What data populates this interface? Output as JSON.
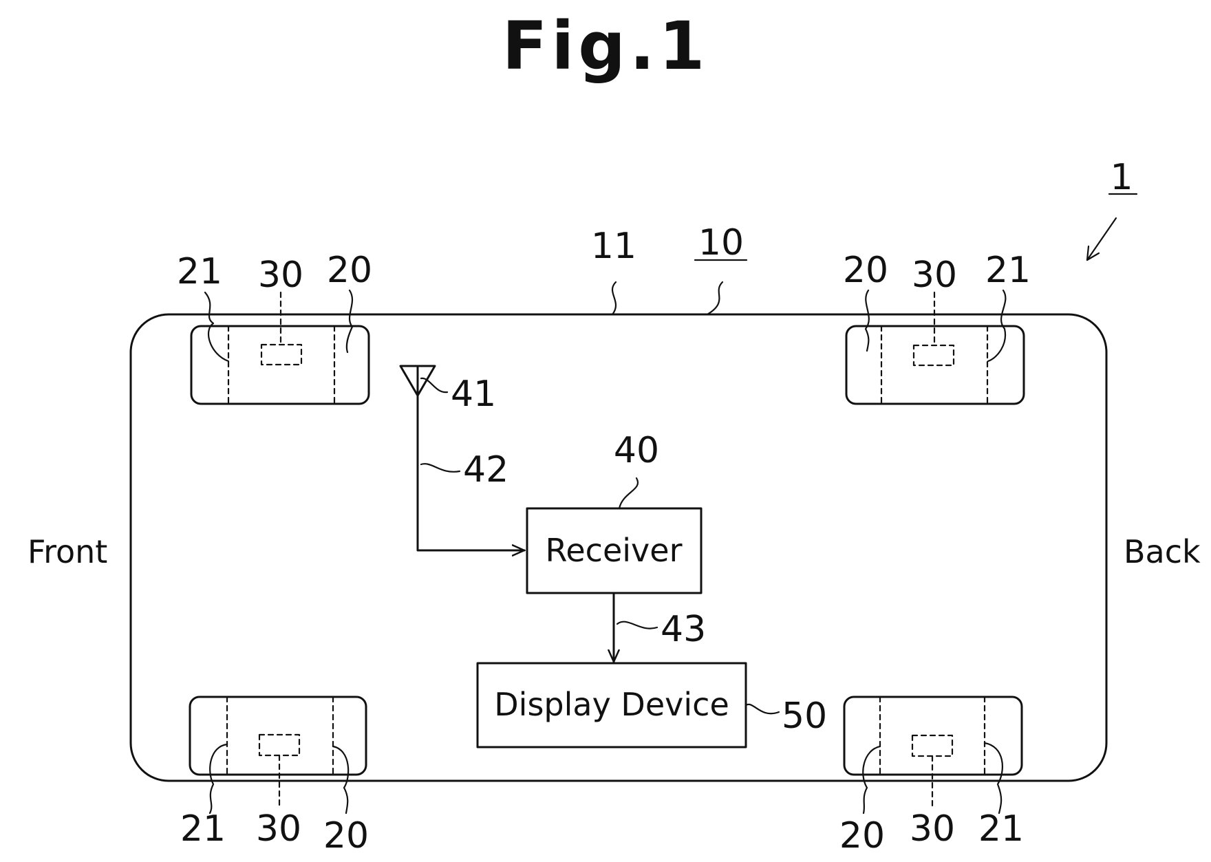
{
  "title": "Fig.1",
  "labels": {
    "system": "1",
    "vehicle": "10",
    "body": "11",
    "front": "Front",
    "back": "Back",
    "receiver": "Receiver",
    "display_device": "Display Device",
    "receiver_ref": "40",
    "antenna_ref": "41",
    "antenna_line_ref": "42",
    "signal_line_ref": "43",
    "display_ref": "50"
  },
  "wheels": {
    "front_left": {
      "brake": "21",
      "sensor": "30",
      "wheel": "20"
    },
    "back_left": {
      "wheel": "20",
      "sensor": "30",
      "brake": "21"
    },
    "front_right": {
      "brake": "21",
      "sensor": "30",
      "wheel": "20"
    },
    "back_right": {
      "wheel": "20",
      "sensor": "30",
      "brake": "21"
    }
  }
}
